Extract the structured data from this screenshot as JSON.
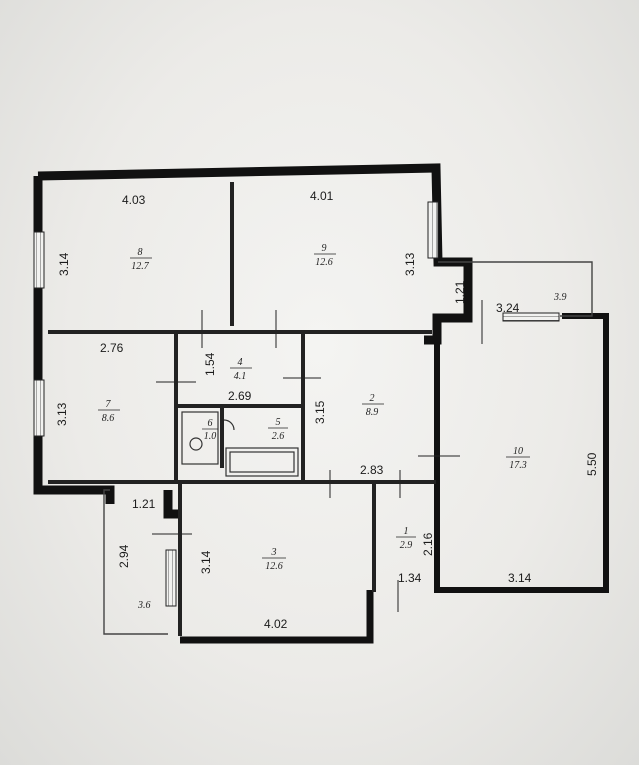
{
  "rooms": [
    {
      "id": "8",
      "number": "8",
      "area": "12.7",
      "width": "4.03",
      "depth": "3.14"
    },
    {
      "id": "9",
      "number": "9",
      "area": "12.6",
      "width": "4.01",
      "depth": "3.13"
    },
    {
      "id": "7",
      "number": "7",
      "area": "8.6",
      "width": "2.76",
      "depth": "3.13"
    },
    {
      "id": "4",
      "number": "4",
      "area": "4.1",
      "width": "2.69",
      "depth": "1.54"
    },
    {
      "id": "6",
      "number": "6",
      "area": "1.0"
    },
    {
      "id": "5",
      "number": "5",
      "area": "2.6"
    },
    {
      "id": "2",
      "number": "2",
      "area": "8.9",
      "width": "2.83",
      "depth": "3.15"
    },
    {
      "id": "10",
      "number": "10",
      "area": "17.3",
      "width": "3.14",
      "depth": "5.50"
    },
    {
      "id": "1",
      "number": "1",
      "area": "2.9",
      "width": "1.34",
      "depth": "2.16"
    },
    {
      "id": "3",
      "number": "3",
      "area": "12.6",
      "width": "4.02",
      "depth": "3.14"
    }
  ],
  "balconies": [
    {
      "id": "top-right",
      "area": "3.9",
      "width": "3.24",
      "depth": "1.21"
    },
    {
      "id": "bottom-left",
      "area": "3.6",
      "width": "1.21",
      "depth": "2.94"
    }
  ]
}
